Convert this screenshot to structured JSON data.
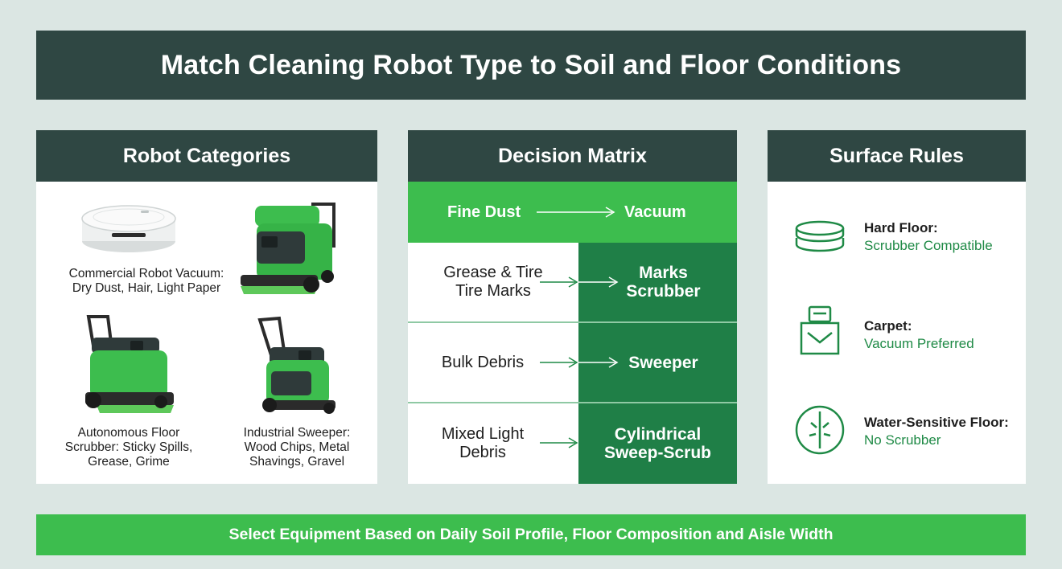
{
  "title": "Match Cleaning Robot Type to Soil and Floor Conditions",
  "categories": {
    "heading": "Robot Categories",
    "robots": [
      {
        "caption_line1": "Commercial Robot Vacuum:",
        "caption_line2": "Dry Dust, Hair, Light Paper",
        "caption_line3": ""
      },
      {
        "caption_line1": "Autonomous Floor",
        "caption_line2": "Scrubber: Sticky Spills,",
        "caption_line3": "Grease, Grime"
      },
      {
        "caption_line1": "Industrial Sweeper:",
        "caption_line2": "Wood Chips, Metal",
        "caption_line3": "Shavings, Gravel"
      }
    ]
  },
  "matrix": {
    "heading": "Decision Matrix",
    "rows": [
      {
        "soil_line1": "Fine Dust",
        "soil_line2": "",
        "robot_line1": "Vacuum",
        "robot_line2": ""
      },
      {
        "soil_line1": "Grease & Tire",
        "soil_line2": "Tire Marks",
        "robot_line1": "Marks",
        "robot_line2": "Scrubber"
      },
      {
        "soil_line1": "Bulk Debris",
        "soil_line2": "",
        "robot_line1": "Sweeper",
        "robot_line2": ""
      },
      {
        "soil_line1": "Mixed Light",
        "soil_line2": "Debris",
        "robot_line1": "Cylindrical",
        "robot_line2": "Sweep-Scrub"
      }
    ]
  },
  "rules": {
    "heading": "Surface Rules",
    "items": [
      {
        "title": "Hard Floor:",
        "value": "Scrubber Compatible",
        "icon": "stacked-layers-icon"
      },
      {
        "title": "Carpet:",
        "value": "Vacuum Preferred",
        "icon": "carpet-bag-icon"
      },
      {
        "title": "Water-Sensitive Floor:",
        "value": "No Scrubber",
        "icon": "no-water-icon"
      }
    ]
  },
  "footer": "Select Equipment Based on Daily Soil Profile, Floor Composition and Aisle Width",
  "colors": {
    "dark": "#2f4743",
    "accent_green": "#3dbd4e",
    "deep_green": "#1f7f47",
    "text_green": "#1f8a46",
    "background": "#dbe6e3"
  }
}
